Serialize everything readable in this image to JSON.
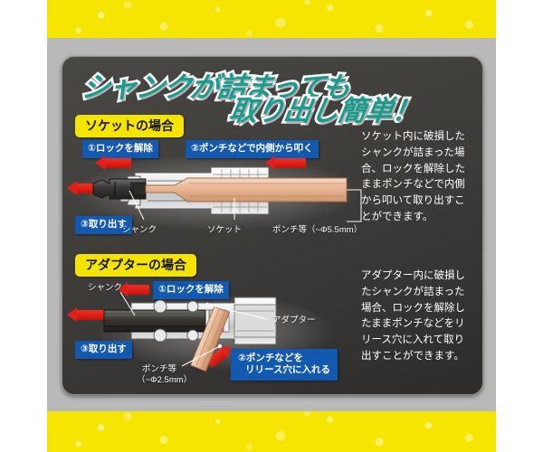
{
  "theme": {
    "band_yellow": "#f6e500",
    "panel_grey": "#b9b9b9",
    "card_dark": "#3d3b38",
    "headline_teal": "#1a9b8e",
    "badge_yellow": "#f5e400",
    "step_blue": "#1459b0",
    "arrow_red": "#e0201a",
    "punch_tan": "#e8b795"
  },
  "headline": {
    "line1": "シャンクが詰まっても",
    "line2": "取り出し簡単！"
  },
  "sections": [
    {
      "badge": "ソケットの場合",
      "steps": [
        {
          "id": "step-1-socket",
          "text": "①ロックを解除"
        },
        {
          "id": "step-2-socket",
          "text": "②ポンチなどで内側から叩く"
        },
        {
          "id": "step-3-socket",
          "text": "③取り出す"
        }
      ],
      "annotations": [
        {
          "id": "anno-shank",
          "text": "シャンク"
        },
        {
          "id": "anno-socket",
          "text": "ソケット"
        },
        {
          "id": "anno-punch",
          "text": "ポンチ等（~Φ5.5mm）"
        }
      ],
      "description": "ソケット内に破損したシャンクが詰まった場合、ロックを解除したままポンチなどで内側から叩いて取り出すことができます。"
    },
    {
      "badge": "アダプターの場合",
      "steps": [
        {
          "id": "step-1-adapter",
          "text": "①ロックを解除"
        },
        {
          "id": "step-2-adapter-line1",
          "text": "②ポンチなどを"
        },
        {
          "id": "step-2-adapter-line2",
          "text": "リリース穴に入れる"
        },
        {
          "id": "step-3-adapter",
          "text": "③取り出す"
        }
      ],
      "annotations": [
        {
          "id": "anno-shank-2",
          "text": "シャンク"
        },
        {
          "id": "anno-adapter",
          "text": "アダプター"
        },
        {
          "id": "anno-punch-2a",
          "text": "ポンチ等"
        },
        {
          "id": "anno-punch-2b",
          "text": "（~Φ2.5mm）"
        }
      ],
      "description": "アダプター内に破損したシャンクが詰まった場合、ロックを解除したままポンチなどをリリース穴に入れて取り出すことができます。"
    }
  ]
}
